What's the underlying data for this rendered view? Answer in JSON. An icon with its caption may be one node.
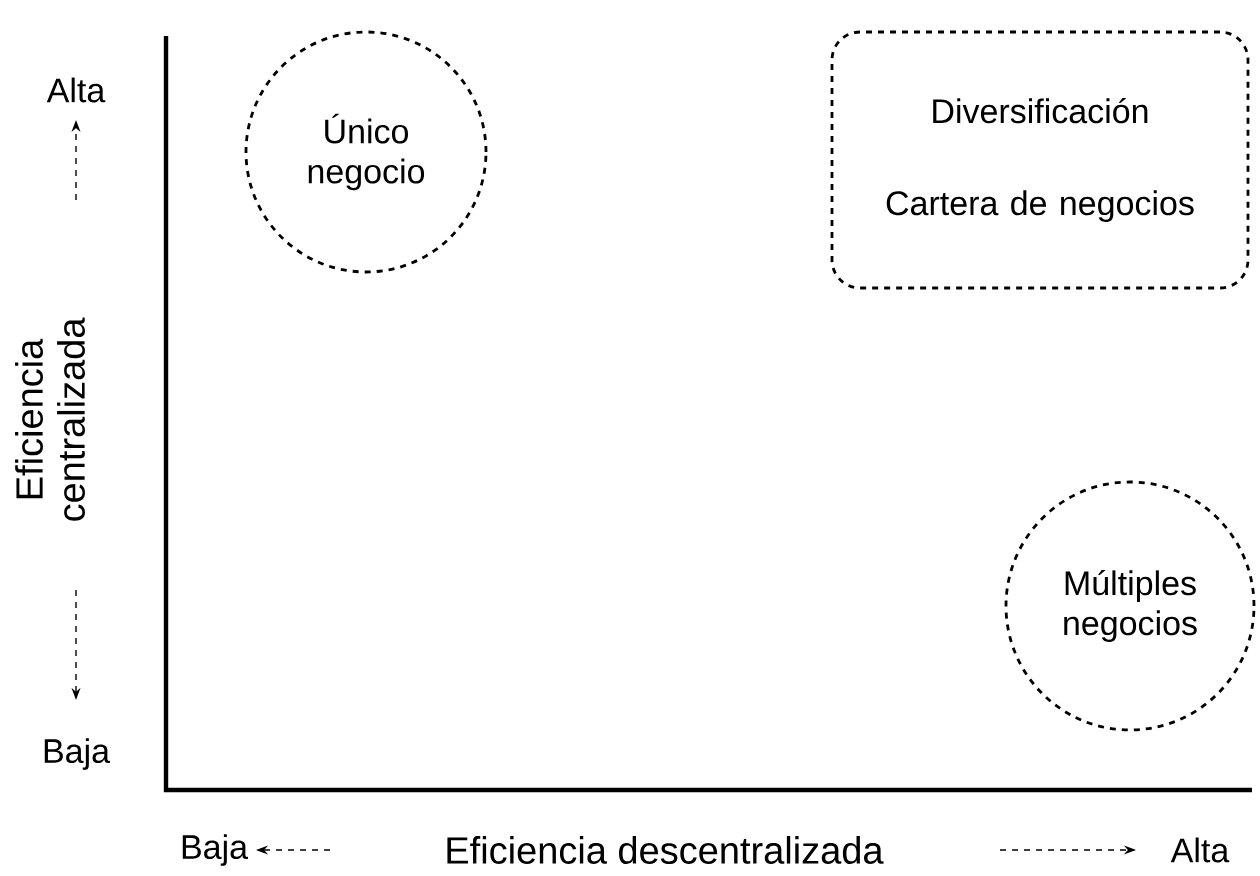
{
  "diagram": {
    "nodes": [
      {
        "text": [
          "Único negocio"
        ]
      },
      {
        "text": [
          "Diversificación",
          "Cartera de negocios"
        ]
      },
      {
        "text": [
          "Múltiples negocios"
        ]
      }
    ],
    "labels": [
      "Alta",
      "Eficiencia centralizada",
      "Baja",
      "Baja",
      "Eficiencia descentralizada",
      "Alta"
    ]
  }
}
